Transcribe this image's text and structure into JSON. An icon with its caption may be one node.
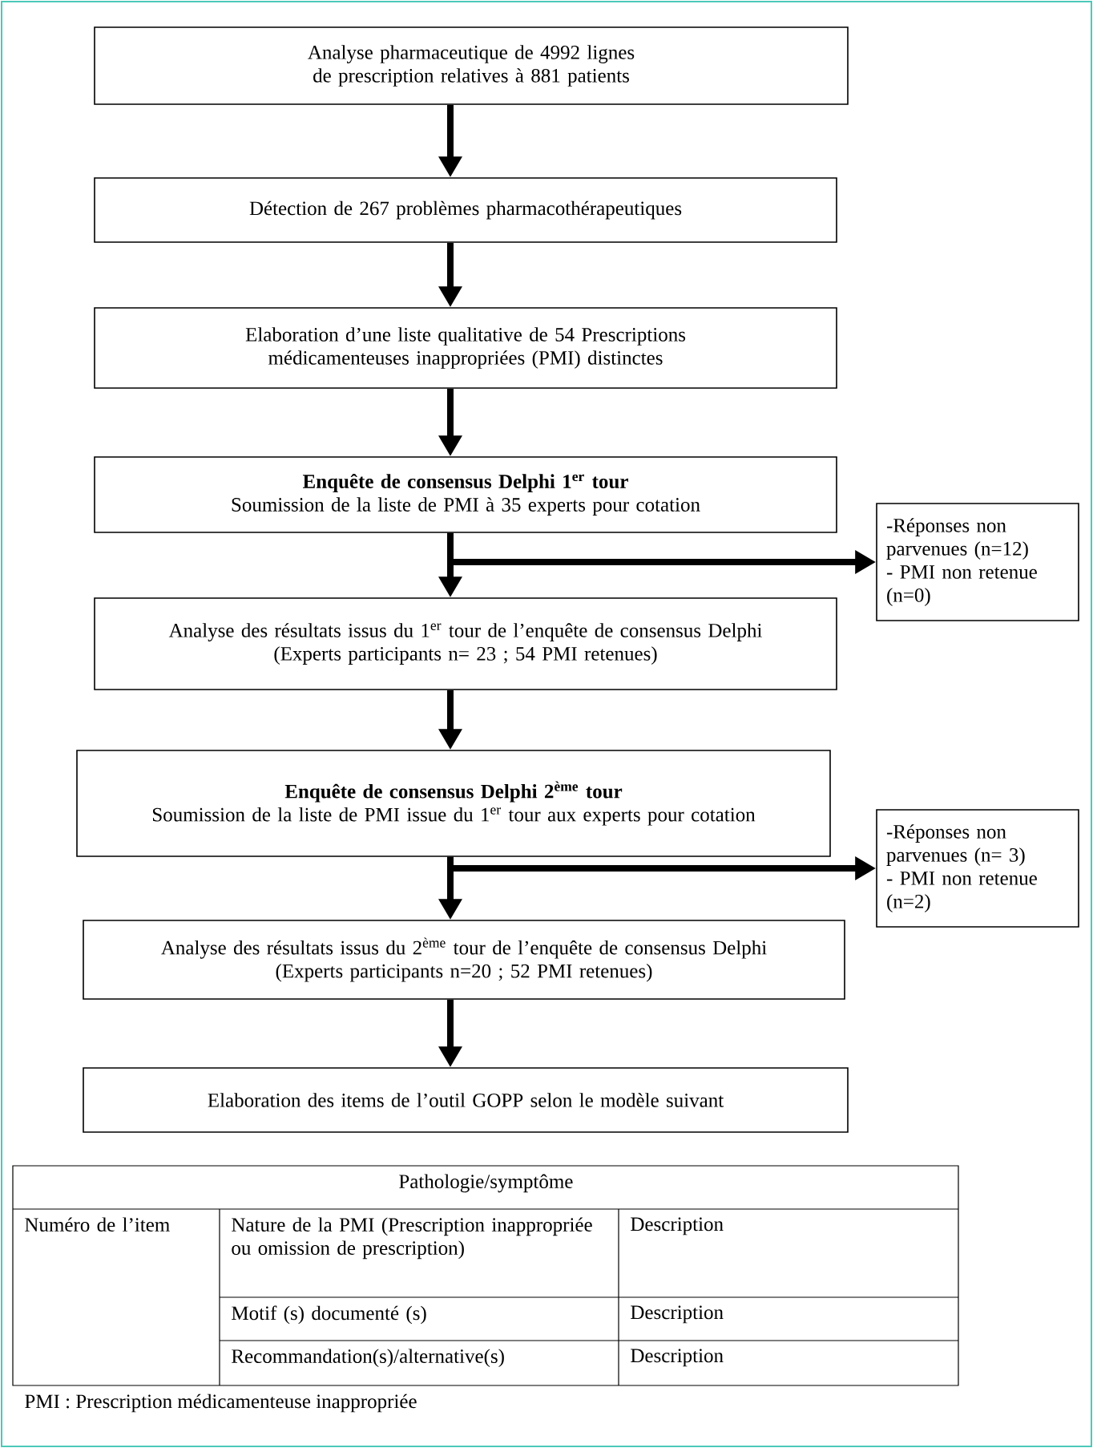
{
  "diagram": {
    "nodes": [
      {
        "text": [
          "Analyse pharmaceutique de 4992 lignes de prescription relatives à 881 patients"
        ]
      },
      {
        "text": [
          "Détection de 267 problèmes pharmacothérapeutiques"
        ]
      },
      {
        "text": [
          "Elaboration d’une liste qualitative de 54 Prescriptions médicamenteuses inappropriées (PMI) distinctes"
        ]
      },
      {
        "text": [
          "Enquête de consensus Delphi 1$^{er}$ tour",
          "Soumission de la liste de PMI à 35 experts pour cotation"
        ]
      },
      {
        "text": [
          "-Réponses non parvenues (n=12)",
          "- PMI non retenue (n=0)"
        ]
      },
      {
        "text": [
          "Analyse des résultats issus du 1$^{er}$ tour de l’enquête de consensus Delphi",
          "(Experts participants n= 23 ; 54 PMI retenues)"
        ]
      },
      {
        "text": [
          "Enquête de consensus Delphi 2$^{ème}$ tour",
          "Soumission de la liste de PMI issue du 1$^{er}$ tour aux experts pour cotation"
        ]
      },
      {
        "text": [
          "-Réponses non parvenues (n= 3)",
          "- PMI non retenue (n=2)"
        ]
      },
      {
        "text": [
          "Analyse des résultats issus du 2$^{ème}$ tour de l’enquête de consensus Delphi",
          "(Experts participants n=20 ; 52 PMI retenues)"
        ]
      },
      {
        "text": [
          "Elaboration des items de l’outil GOPP selon le modèle suivant"
        ]
      }
    ],
    "edges": [
      {
        "from": 0,
        "to": 1,
        "arrow": "to"
      },
      {
        "from": 1,
        "to": 2,
        "arrow": "to"
      },
      {
        "from": 2,
        "to": 3,
        "arrow": "to"
      },
      {
        "from": 3,
        "to": 5,
        "arrow": "to"
      },
      {
        "from": 3,
        "to": 4,
        "arrow": "to"
      },
      {
        "from": 5,
        "to": 6,
        "arrow": "to"
      },
      {
        "from": 6,
        "to": 8,
        "arrow": "to"
      },
      {
        "from": 6,
        "to": 7,
        "arrow": "to"
      },
      {
        "from": 8,
        "to": 9,
        "arrow": "to"
      }
    ],
    "labels": [
      "Pathologie/symptôme",
      "Numéro de l’item",
      "Nature de la PMI (Prescription inappropriée ou omission de prescription)",
      "Description",
      "Motif (s) documenté (s)",
      "Description",
      "Recommandation(s)/alternative(s)",
      "Description",
      "PMI : Prescription médicamenteuse inappropriée"
    ]
  }
}
